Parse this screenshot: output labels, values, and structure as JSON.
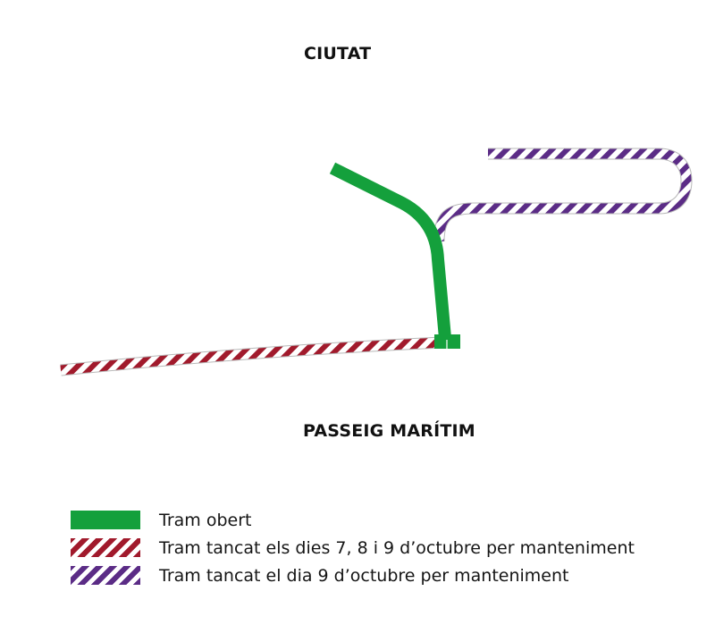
{
  "map": {
    "label_top": "CIUTAT",
    "label_bottom": "PASSEIG MARÍTIM"
  },
  "legend": {
    "items": [
      {
        "label": "Tram obert",
        "style": "solid",
        "color": "#14a03c"
      },
      {
        "label": "Tram tancat els dies 7, 8 i 9 d’octubre per manteniment",
        "style": "striped",
        "color": "#a11a2c"
      },
      {
        "label": "Tram tancat el dia 9 d’octubre per manteniment",
        "style": "striped",
        "color": "#5b2c86"
      }
    ]
  },
  "colors": {
    "open": "#14a03c",
    "closed_7_8_9": "#a11a2c",
    "closed_9": "#5b2c86"
  }
}
